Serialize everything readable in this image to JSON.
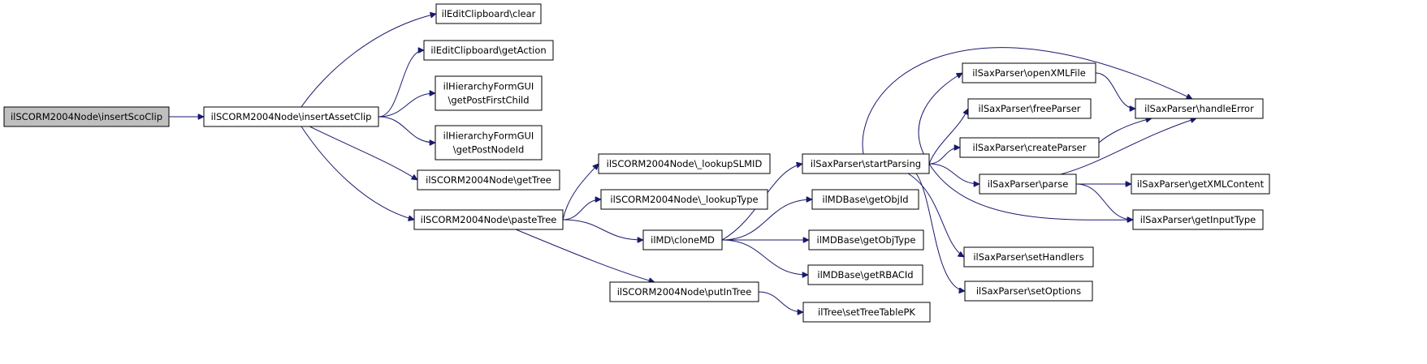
{
  "colors": {
    "edge": "#191970",
    "node_fill": "#ffffff",
    "root_fill": "#bfbfbf",
    "border": "#000000"
  },
  "nodes": [
    {
      "id": "n0",
      "lines": [
        "ilSCORM2004Node\\insertScoClip"
      ],
      "root": true
    },
    {
      "id": "n1",
      "lines": [
        "ilSCORM2004Node\\insertAssetClip"
      ]
    },
    {
      "id": "n2",
      "lines": [
        "ilEditClipboard\\clear"
      ]
    },
    {
      "id": "n3",
      "lines": [
        "ilEditClipboard\\getAction"
      ]
    },
    {
      "id": "n4",
      "lines": [
        "ilHierarchyFormGUI",
        "\\getPostFirstChild"
      ]
    },
    {
      "id": "n5",
      "lines": [
        "ilHierarchyFormGUI",
        "\\getPostNodeId"
      ]
    },
    {
      "id": "n6",
      "lines": [
        "ilSCORM2004Node\\getTree"
      ]
    },
    {
      "id": "n7",
      "lines": [
        "ilSCORM2004Node\\pasteTree"
      ]
    },
    {
      "id": "n8",
      "lines": [
        "ilSCORM2004Node\\_lookupSLMID"
      ]
    },
    {
      "id": "n9",
      "lines": [
        "ilSCORM2004Node\\_lookupType"
      ]
    },
    {
      "id": "n10",
      "lines": [
        "ilMD\\cloneMD"
      ]
    },
    {
      "id": "n11",
      "lines": [
        "ilSCORM2004Node\\putInTree"
      ]
    },
    {
      "id": "n12",
      "lines": [
        "ilSaxParser\\startParsing"
      ]
    },
    {
      "id": "n13",
      "lines": [
        "ilMDBase\\getObjId"
      ]
    },
    {
      "id": "n14",
      "lines": [
        "ilMDBase\\getObjType"
      ]
    },
    {
      "id": "n15",
      "lines": [
        "ilMDBase\\getRBACId"
      ]
    },
    {
      "id": "n16",
      "lines": [
        "ilTree\\setTreeTablePK"
      ]
    },
    {
      "id": "n17",
      "lines": [
        "ilSaxParser\\openXMLFile"
      ]
    },
    {
      "id": "n18",
      "lines": [
        "ilSaxParser\\freeParser"
      ]
    },
    {
      "id": "n19",
      "lines": [
        "ilSaxParser\\createParser"
      ]
    },
    {
      "id": "n20",
      "lines": [
        "ilSaxParser\\parse"
      ]
    },
    {
      "id": "n21",
      "lines": [
        "ilSaxParser\\setHandlers"
      ]
    },
    {
      "id": "n22",
      "lines": [
        "ilSaxParser\\setOptions"
      ]
    },
    {
      "id": "n23",
      "lines": [
        "ilSaxParser\\handleError"
      ]
    },
    {
      "id": "n24",
      "lines": [
        "ilSaxParser\\getXMLContent"
      ]
    },
    {
      "id": "n25",
      "lines": [
        "ilSaxParser\\getInputType"
      ]
    }
  ],
  "edges": [
    [
      "n0",
      "n1"
    ],
    [
      "n1",
      "n2"
    ],
    [
      "n1",
      "n3"
    ],
    [
      "n1",
      "n4"
    ],
    [
      "n1",
      "n5"
    ],
    [
      "n1",
      "n6"
    ],
    [
      "n1",
      "n7"
    ],
    [
      "n7",
      "n8"
    ],
    [
      "n7",
      "n9"
    ],
    [
      "n7",
      "n10"
    ],
    [
      "n7",
      "n11"
    ],
    [
      "n10",
      "n12"
    ],
    [
      "n10",
      "n13"
    ],
    [
      "n10",
      "n14"
    ],
    [
      "n10",
      "n15"
    ],
    [
      "n11",
      "n16"
    ],
    [
      "n12",
      "n23"
    ],
    [
      "n12",
      "n17"
    ],
    [
      "n12",
      "n18"
    ],
    [
      "n12",
      "n19"
    ],
    [
      "n12",
      "n20"
    ],
    [
      "n12",
      "n25"
    ],
    [
      "n12",
      "n21"
    ],
    [
      "n12",
      "n22"
    ],
    [
      "n17",
      "n23"
    ],
    [
      "n19",
      "n23"
    ],
    [
      "n20",
      "n23"
    ],
    [
      "n20",
      "n24"
    ],
    [
      "n20",
      "n25"
    ]
  ]
}
